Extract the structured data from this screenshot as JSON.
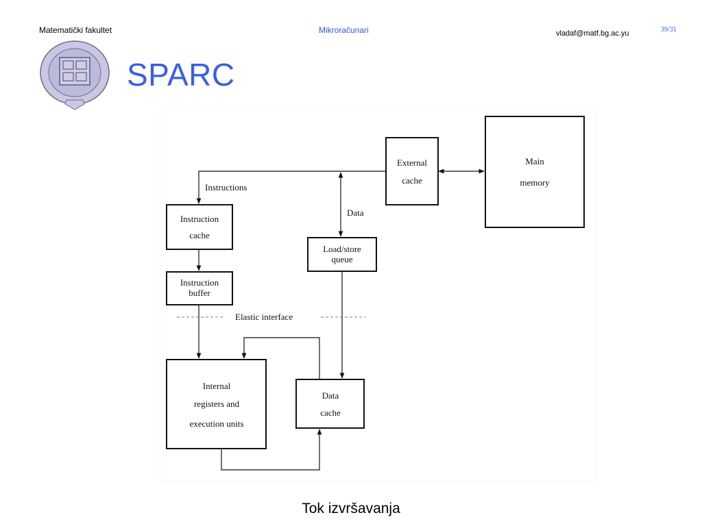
{
  "header": {
    "left": "Matematički fakultet",
    "center": "Mikroračunari",
    "email": "vladaf@matf.bg.ac.yu",
    "page": "39/31"
  },
  "title": "SPARC",
  "diagram": {
    "external_cache": [
      "External",
      "cache"
    ],
    "main_memory": [
      "Main",
      "memory"
    ],
    "instruction_cache": [
      "Instruction",
      "cache"
    ],
    "instruction_buffer": [
      "Instruction",
      "buffer"
    ],
    "load_store_queue": [
      "Load/store",
      "queue"
    ],
    "internal_units": [
      "Internal",
      "registers and",
      "execution units"
    ],
    "data_cache": [
      "Data",
      "cache"
    ],
    "label_instructions": "Instructions",
    "label_data": "Data",
    "label_elastic": "Elastic interface"
  },
  "caption": "Tok izvršavanja",
  "colors": {
    "accent": "#3a5fe0",
    "logo": "#b9b7d8"
  }
}
